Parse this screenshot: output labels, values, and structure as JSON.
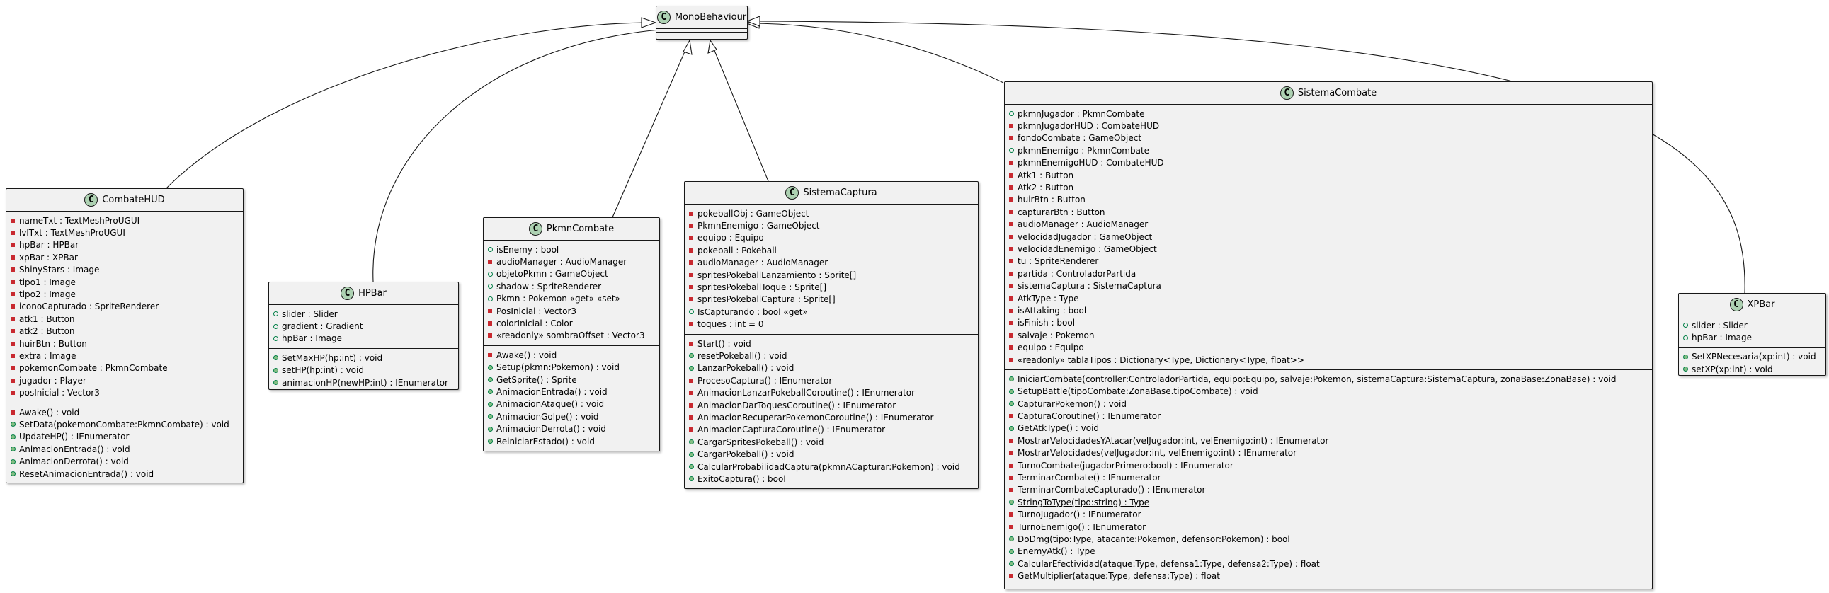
{
  "colors": {
    "class_fill": "#f1f1f1",
    "class_border": "#181818",
    "badge": "#add1b2",
    "private": "#c82930",
    "public": "#038048"
  },
  "mono": {
    "name": "MonoBehaviour",
    "badge": "C"
  },
  "classes": {
    "combate_hud": {
      "name": "CombateHUD",
      "badge": "C",
      "fields": [
        {
          "vis": "private",
          "text": "nameTxt : TextMeshProUGUI"
        },
        {
          "vis": "private",
          "text": "lvlTxt : TextMeshProUGUI"
        },
        {
          "vis": "private",
          "text": "hpBar : HPBar"
        },
        {
          "vis": "private",
          "text": "xpBar : XPBar"
        },
        {
          "vis": "private",
          "text": "ShinyStars : Image"
        },
        {
          "vis": "private",
          "text": "tipo1 : Image"
        },
        {
          "vis": "private",
          "text": "tipo2 : Image"
        },
        {
          "vis": "private",
          "text": "iconoCapturado : SpriteRenderer"
        },
        {
          "vis": "private",
          "text": "atk1 : Button"
        },
        {
          "vis": "private",
          "text": "atk2 : Button"
        },
        {
          "vis": "private",
          "text": "huirBtn : Button"
        },
        {
          "vis": "private",
          "text": "extra : Image"
        },
        {
          "vis": "private",
          "text": "pokemonCombate : PkmnCombate"
        },
        {
          "vis": "private",
          "text": "jugador : Player"
        },
        {
          "vis": "private",
          "text": "posInicial : Vector3"
        }
      ],
      "methods": [
        {
          "vis": "private",
          "text": "Awake() : void"
        },
        {
          "vis": "public",
          "text": "SetData(pokemonCombate:PkmnCombate) : void"
        },
        {
          "vis": "public",
          "text": "UpdateHP() : IEnumerator"
        },
        {
          "vis": "public",
          "text": "AnimacionEntrada() : void"
        },
        {
          "vis": "public",
          "text": "AnimacionDerrota() : void"
        },
        {
          "vis": "public",
          "text": "ResetAnimacionEntrada() : void"
        }
      ]
    },
    "hpbar": {
      "name": "HPBar",
      "badge": "C",
      "fields": [
        {
          "vis": "public",
          "text": "slider : Slider"
        },
        {
          "vis": "public",
          "text": "gradient : Gradient"
        },
        {
          "vis": "public",
          "text": "hpBar : Image"
        }
      ],
      "methods": [
        {
          "vis": "public",
          "text": "SetMaxHP(hp:int) : void"
        },
        {
          "vis": "public",
          "text": "setHP(hp:int) : void"
        },
        {
          "vis": "public",
          "text": "animacionHP(newHP:int) : IEnumerator"
        }
      ]
    },
    "pkmn_combate": {
      "name": "PkmnCombate",
      "badge": "C",
      "fields": [
        {
          "vis": "public",
          "text": "isEnemy : bool"
        },
        {
          "vis": "private",
          "text": "audioManager : AudioManager"
        },
        {
          "vis": "public",
          "text": "objetoPkmn : GameObject"
        },
        {
          "vis": "public",
          "text": "shadow : SpriteRenderer"
        },
        {
          "vis": "public",
          "text": "Pkmn : Pokemon «get» «set»"
        },
        {
          "vis": "private",
          "text": "PosInicial : Vector3"
        },
        {
          "vis": "private",
          "text": "colorInicial : Color"
        },
        {
          "vis": "private",
          "text": "«readonly» sombraOffset : Vector3"
        }
      ],
      "methods": [
        {
          "vis": "private",
          "text": "Awake() : void"
        },
        {
          "vis": "public",
          "text": "Setup(pkmn:Pokemon) : void"
        },
        {
          "vis": "public",
          "text": "GetSprite() : Sprite"
        },
        {
          "vis": "public",
          "text": "AnimacionEntrada() : void"
        },
        {
          "vis": "public",
          "text": "AnimacionAtaque() : void"
        },
        {
          "vis": "public",
          "text": "AnimacionGolpe() : void"
        },
        {
          "vis": "public",
          "text": "AnimacionDerrota() : void"
        },
        {
          "vis": "public",
          "text": "ReiniciarEstado() : void"
        }
      ]
    },
    "sistema_captura": {
      "name": "SistemaCaptura",
      "badge": "C",
      "fields": [
        {
          "vis": "private",
          "text": "pokeballObj : GameObject"
        },
        {
          "vis": "private",
          "text": "PkmnEnemigo : GameObject"
        },
        {
          "vis": "private",
          "text": "equipo : Equipo"
        },
        {
          "vis": "private",
          "text": "pokeball : Pokeball"
        },
        {
          "vis": "private",
          "text": "audioManager : AudioManager"
        },
        {
          "vis": "private",
          "text": "spritesPokeballLanzamiento : Sprite[]"
        },
        {
          "vis": "private",
          "text": "spritesPokeballToque : Sprite[]"
        },
        {
          "vis": "private",
          "text": "spritesPokeballCaptura : Sprite[]"
        },
        {
          "vis": "public",
          "text": "IsCapturando : bool «get»"
        },
        {
          "vis": "private",
          "text": "toques : int = 0"
        }
      ],
      "methods": [
        {
          "vis": "private",
          "text": "Start() : void"
        },
        {
          "vis": "public",
          "text": "resetPokeball() : void"
        },
        {
          "vis": "public",
          "text": "LanzarPokeball() : void"
        },
        {
          "vis": "private",
          "text": "ProcesoCaptura() : IEnumerator"
        },
        {
          "vis": "private",
          "text": "AnimacionLanzarPokeballCoroutine() : IEnumerator"
        },
        {
          "vis": "private",
          "text": "AnimacionDarToquesCoroutine() : IEnumerator"
        },
        {
          "vis": "private",
          "text": "AnimacionRecuperarPokemonCoroutine() : IEnumerator"
        },
        {
          "vis": "private",
          "text": "AnimacionCapturaCoroutine() : IEnumerator"
        },
        {
          "vis": "public",
          "text": "CargarSpritesPokeball() : void"
        },
        {
          "vis": "public",
          "text": "CargarPokeball() : void"
        },
        {
          "vis": "public",
          "text": "CalcularProbabilidadCaptura(pkmnACapturar:Pokemon) : void"
        },
        {
          "vis": "public",
          "text": "ExitoCaptura() : bool"
        }
      ]
    },
    "sistema_combate": {
      "name": "SistemaCombate",
      "badge": "C",
      "fields": [
        {
          "vis": "public",
          "text": "pkmnJugador : PkmnCombate"
        },
        {
          "vis": "private",
          "text": "pkmnJugadorHUD : CombateHUD"
        },
        {
          "vis": "private",
          "text": "fondoCombate : GameObject"
        },
        {
          "vis": "public",
          "text": "pkmnEnemigo : PkmnCombate"
        },
        {
          "vis": "private",
          "text": "pkmnEnemigoHUD : CombateHUD"
        },
        {
          "vis": "private",
          "text": "Atk1 : Button"
        },
        {
          "vis": "private",
          "text": "Atk2 : Button"
        },
        {
          "vis": "private",
          "text": "huirBtn : Button"
        },
        {
          "vis": "private",
          "text": "capturarBtn : Button"
        },
        {
          "vis": "private",
          "text": "audioManager : AudioManager"
        },
        {
          "vis": "private",
          "text": "velocidadJugador : GameObject"
        },
        {
          "vis": "private",
          "text": "velocidadEnemigo : GameObject"
        },
        {
          "vis": "private",
          "text": "tu : SpriteRenderer"
        },
        {
          "vis": "private",
          "text": "partida : ControladorPartida"
        },
        {
          "vis": "private",
          "text": "sistemaCaptura : SistemaCaptura"
        },
        {
          "vis": "private",
          "text": "AtkType : Type"
        },
        {
          "vis": "private",
          "text": "isAttaking : bool"
        },
        {
          "vis": "private",
          "text": "isFinish : bool"
        },
        {
          "vis": "private",
          "text": "salvaje : Pokemon"
        },
        {
          "vis": "private",
          "text": "equipo : Equipo"
        },
        {
          "vis": "private",
          "text": "«readonly» tablaTipos : Dictionary<Type, Dictionary<Type, float>>",
          "static": true
        }
      ],
      "methods": [
        {
          "vis": "public",
          "text": "IniciarCombate(controller:ControladorPartida, equipo:Equipo, salvaje:Pokemon, sistemaCaptura:SistemaCaptura, zonaBase:ZonaBase) : void"
        },
        {
          "vis": "public",
          "text": "SetupBattle(tipoCombate:ZonaBase.tipoCombate) : void"
        },
        {
          "vis": "public",
          "text": "CapturarPokemon() : void"
        },
        {
          "vis": "private",
          "text": "CapturaCoroutine() : IEnumerator"
        },
        {
          "vis": "public",
          "text": "GetAtkType() : void"
        },
        {
          "vis": "private",
          "text": "MostrarVelocidadesYAtacar(velJugador:int, velEnemigo:int) : IEnumerator"
        },
        {
          "vis": "private",
          "text": "MostrarVelocidades(velJugador:int, velEnemigo:int) : IEnumerator"
        },
        {
          "vis": "private",
          "text": "TurnoCombate(jugadorPrimero:bool) : IEnumerator"
        },
        {
          "vis": "private",
          "text": "TerminarCombate() : IEnumerator"
        },
        {
          "vis": "private",
          "text": "TerminarCombateCapturado() : IEnumerator"
        },
        {
          "vis": "public",
          "text": "StringToType(tipo:string) : Type",
          "static": true
        },
        {
          "vis": "private",
          "text": "TurnoJugador() : IEnumerator"
        },
        {
          "vis": "private",
          "text": "TurnoEnemigo() : IEnumerator"
        },
        {
          "vis": "public",
          "text": "DoDmg(tipo:Type, atacante:Pokemon, defensor:Pokemon) : bool"
        },
        {
          "vis": "public",
          "text": "EnemyAtk() : Type"
        },
        {
          "vis": "public",
          "text": "CalcularEfectividad(ataque:Type, defensa1:Type, defensa2:Type) : float",
          "static": true
        },
        {
          "vis": "private",
          "text": "GetMultiplier(ataque:Type, defensa:Type) : float",
          "static": true
        }
      ]
    },
    "xpbar": {
      "name": "XPBar",
      "badge": "C",
      "fields": [
        {
          "vis": "public",
          "text": "slider : Slider"
        },
        {
          "vis": "public",
          "text": "hpBar : Image"
        }
      ],
      "methods": [
        {
          "vis": "public",
          "text": "SetXPNecesaria(xp:int) : void"
        },
        {
          "vis": "public",
          "text": "setXP(xp:int) : void"
        }
      ]
    }
  }
}
